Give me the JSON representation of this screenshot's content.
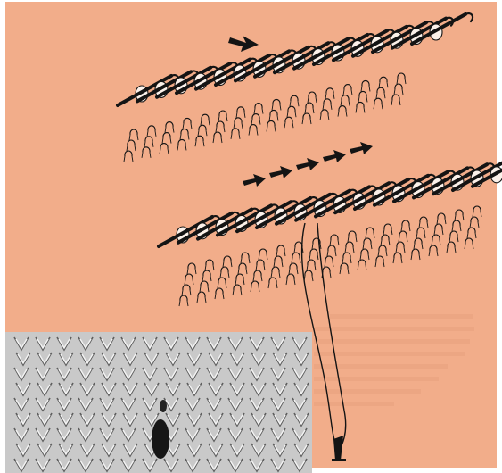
{
  "figure": {
    "background_color": "#f2ad8a",
    "paper_color": "#ffffff",
    "ink_color": "#141414",
    "stitch_color": "#fbf1ea",
    "photo_bg_color": "#c9c9c9",
    "top_panel": {
      "needles": 16,
      "move_arrow_icon": "arrow-right-icon",
      "transfer_arrow_icon": "arrow-up-right-icon",
      "transfer_arrows": 5
    },
    "bottom_panel": {
      "needles": 17,
      "tool_icon": "latch-tool-icon"
    },
    "photo": {
      "subject": "knit-fabric-with-hole"
    }
  }
}
